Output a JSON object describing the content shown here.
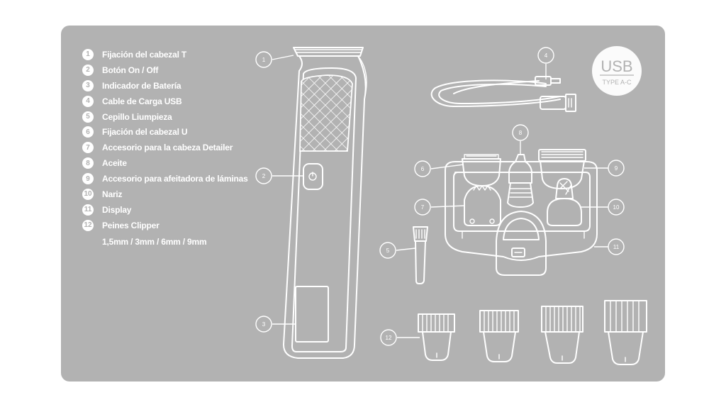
{
  "legend": {
    "items": [
      {
        "num": "1",
        "label": "Fijación del cabezal  T"
      },
      {
        "num": "2",
        "label": "Botón On / Off"
      },
      {
        "num": "3",
        "label": "Indicador de Batería"
      },
      {
        "num": "4",
        "label": "Cable de Carga USB"
      },
      {
        "num": "5",
        "label": "Cepillo Liumpieza"
      },
      {
        "num": "6",
        "label": "Fijación del cabezal U"
      },
      {
        "num": "7",
        "label": "Accesorio para la cabeza Detailer"
      },
      {
        "num": "8",
        "label": "Aceite"
      },
      {
        "num": "9",
        "label": "Accesorio para afeitadora de láminas"
      },
      {
        "num": "10",
        "label": "Nariz"
      },
      {
        "num": "11",
        "label": "Display"
      },
      {
        "num": "12",
        "label": "Peines Clipper"
      }
    ],
    "comb_sizes": "1,5mm / 3mm / 6mm / 9mm"
  },
  "usb_badge": {
    "big": "USB",
    "small": "TYPE A-C"
  },
  "callouts": [
    "1",
    "2",
    "3",
    "4",
    "5",
    "6",
    "7",
    "8",
    "9",
    "10",
    "11",
    "12"
  ],
  "colors": {
    "panel": "#b2b2b2",
    "line": "#ffffff"
  }
}
